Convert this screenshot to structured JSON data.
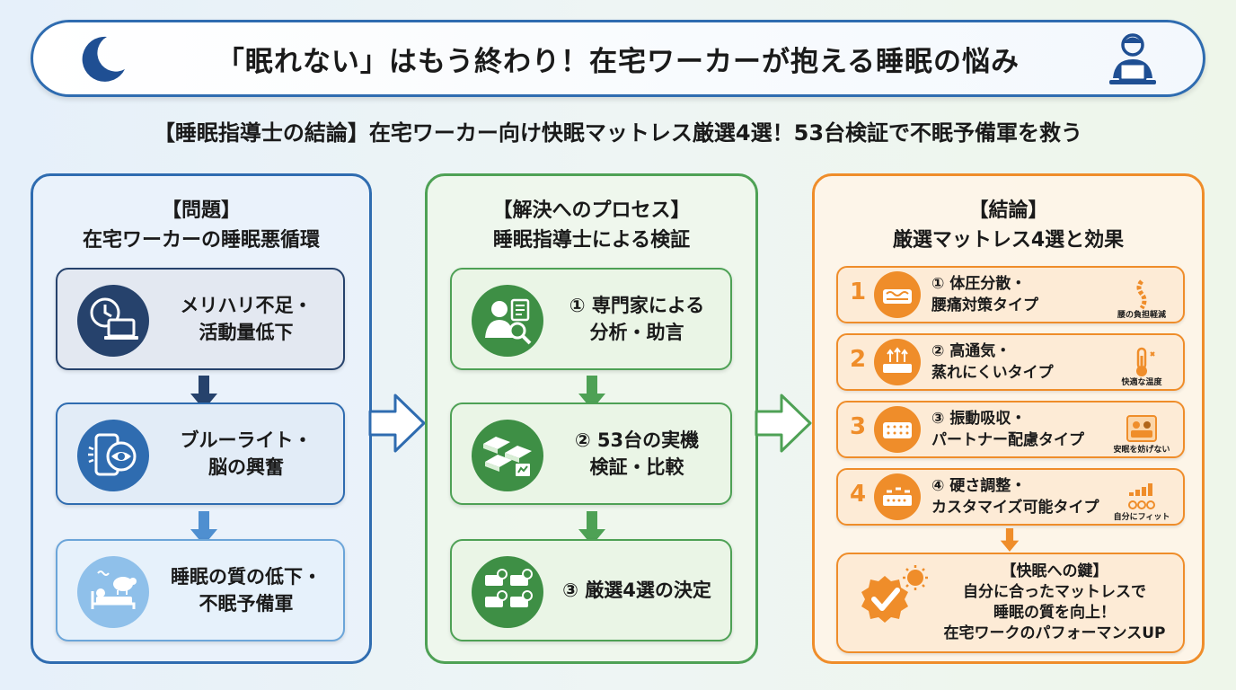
{
  "header": {
    "title": "「眠れない」はもう終わり！在宅ワーカーが抱える睡眠の悩み",
    "left_icon": "moon-icon",
    "right_icon": "laptop-worker-icon"
  },
  "subtitle": "【睡眠指導士の結論】在宅ワーカー向け快眠マットレス厳選4選！53台検証で不眠予備軍を救う",
  "colors": {
    "problem": "#2f6cb0",
    "process": "#4ea155",
    "conclusion": "#ef8d2a"
  },
  "problem": {
    "tag": "【問題】",
    "title": "在宅ワーカーの睡眠悪循環",
    "steps": [
      {
        "line1": "メリハリ不足・",
        "line2": "活動量低下",
        "icon": "clock-laptop-icon"
      },
      {
        "line1": "ブルーライト・",
        "line2": "脳の興奮",
        "icon": "smartphone-eye-icon"
      },
      {
        "line1": "睡眠の質の低下・",
        "line2": "不眠予備軍",
        "icon": "sleepless-bed-sheep-icon"
      }
    ]
  },
  "process": {
    "tag": "【解決へのプロセス】",
    "title": "睡眠指導士による検証",
    "steps": [
      {
        "line1": "① 専門家による",
        "line2": "分析・助言",
        "icon": "expert-analysis-icon"
      },
      {
        "line1": "② 53台の実機",
        "line2": "検証・比較",
        "icon": "mattress-testing-icon"
      },
      {
        "line1": "③ 厳選4選の決定",
        "icon": "selected-mattresses-icon"
      }
    ]
  },
  "conclusion": {
    "tag": "【結論】",
    "title": "厳選マットレス4選と効果",
    "items": [
      {
        "num": "1",
        "line1": "① 体圧分散・",
        "line2": "腰痛対策タイプ",
        "caption": "腰の負担軽減",
        "icon": "pressure-mattress-icon",
        "side_icon": "spine-icon"
      },
      {
        "num": "2",
        "line1": "② 高通気・",
        "line2": "蒸れにくいタイプ",
        "caption": "快適な温度",
        "icon": "airflow-mattress-icon",
        "side_icon": "thermometer-icon"
      },
      {
        "num": "3",
        "line1": "③ 振動吸収・",
        "line2": "パートナー配慮タイプ",
        "caption": "安眠を妨げない",
        "icon": "quilted-mattress-icon",
        "side_icon": "sleeping-couple-icon"
      },
      {
        "num": "4",
        "line1": "④ 硬さ調整・",
        "line2": "カスタマイズ可能タイプ",
        "caption": "自分にフィット",
        "icon": "adjustable-mattress-icon",
        "side_icon": "firmness-level-icon"
      }
    ],
    "key": {
      "tag": "【快眠への鍵】",
      "line1": "自分に合ったマットレスで",
      "line2": "睡眠の質を向上！",
      "line3": "在宅ワークのパフォーマンスUP",
      "icon": "badge-check-sun-icon"
    }
  }
}
